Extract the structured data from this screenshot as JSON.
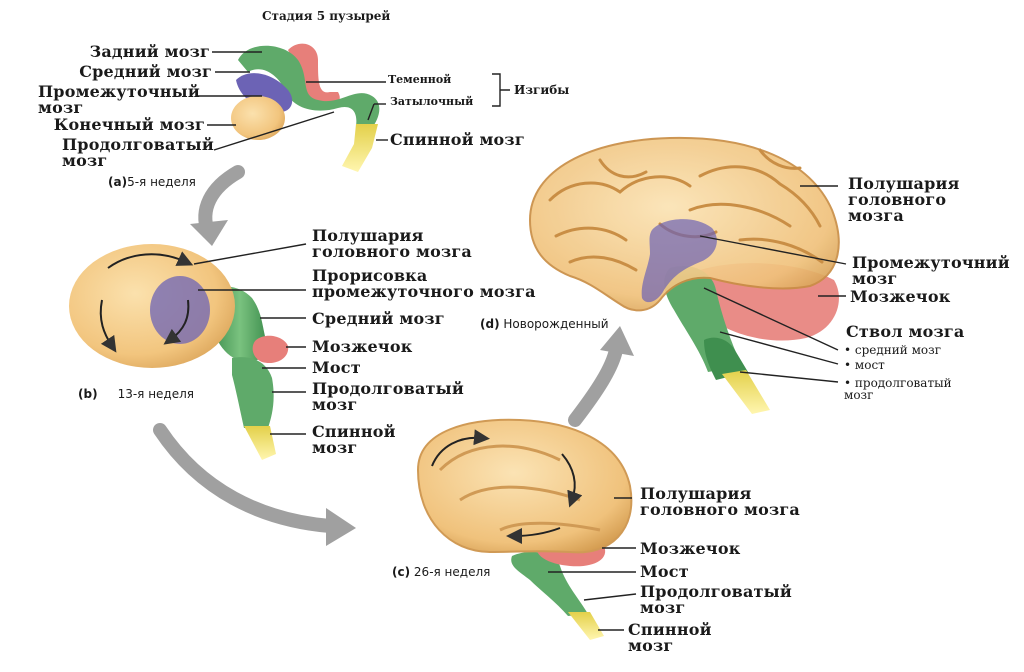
{
  "panel_a": {
    "title": "Стадия 5 пузырей",
    "left_labels": [
      "Задний мозг",
      "Средний мозг",
      "Промежуточный\nмозг",
      "Конечный мозг",
      "Продолговатый\nмозг"
    ],
    "flex_labels": [
      "Теменной",
      "Затылочный"
    ],
    "flex_group": "Изгибы",
    "spinal": "Спинной мозг",
    "letter": "(a)",
    "age": "5-я неделя"
  },
  "panel_b": {
    "labels": [
      "Полушария\nголовного мозга",
      "Прорисовка\nпромежуточного мозга",
      "Средний мозг",
      "Мозжечок",
      "Мост",
      "Продолговатый\nмозг",
      "Спинной\nмозг"
    ],
    "letter": "(b)",
    "age": "13-я неделя"
  },
  "panel_c": {
    "labels": [
      "Полушария\nголовного мозга",
      "Мозжечок",
      "Мост",
      "Продолговатый\nмозг",
      "Спинной\nмозг"
    ],
    "letter": "(c)",
    "age": "26-я неделя"
  },
  "panel_d": {
    "labels": [
      "Полушария\nголовного\nмозга",
      "Промежуточний\nмозг",
      "Мозжечок"
    ],
    "stem_title": "Ствол мозга",
    "stem_items": [
      "• средний мозг",
      "• мост",
      "• продолговатый\nмозг"
    ],
    "letter": "(d)",
    "age": "Новорожденный"
  },
  "colors": {
    "cerebrum": "#f2c57e",
    "cerebrum_shade": "#d9a257",
    "diencephalon": "#6c63b5",
    "midbrain": "#5faa6a",
    "hindbrain": "#e77f7a",
    "spinal": "#f0d84a",
    "arrow": "#9a9a9a"
  }
}
